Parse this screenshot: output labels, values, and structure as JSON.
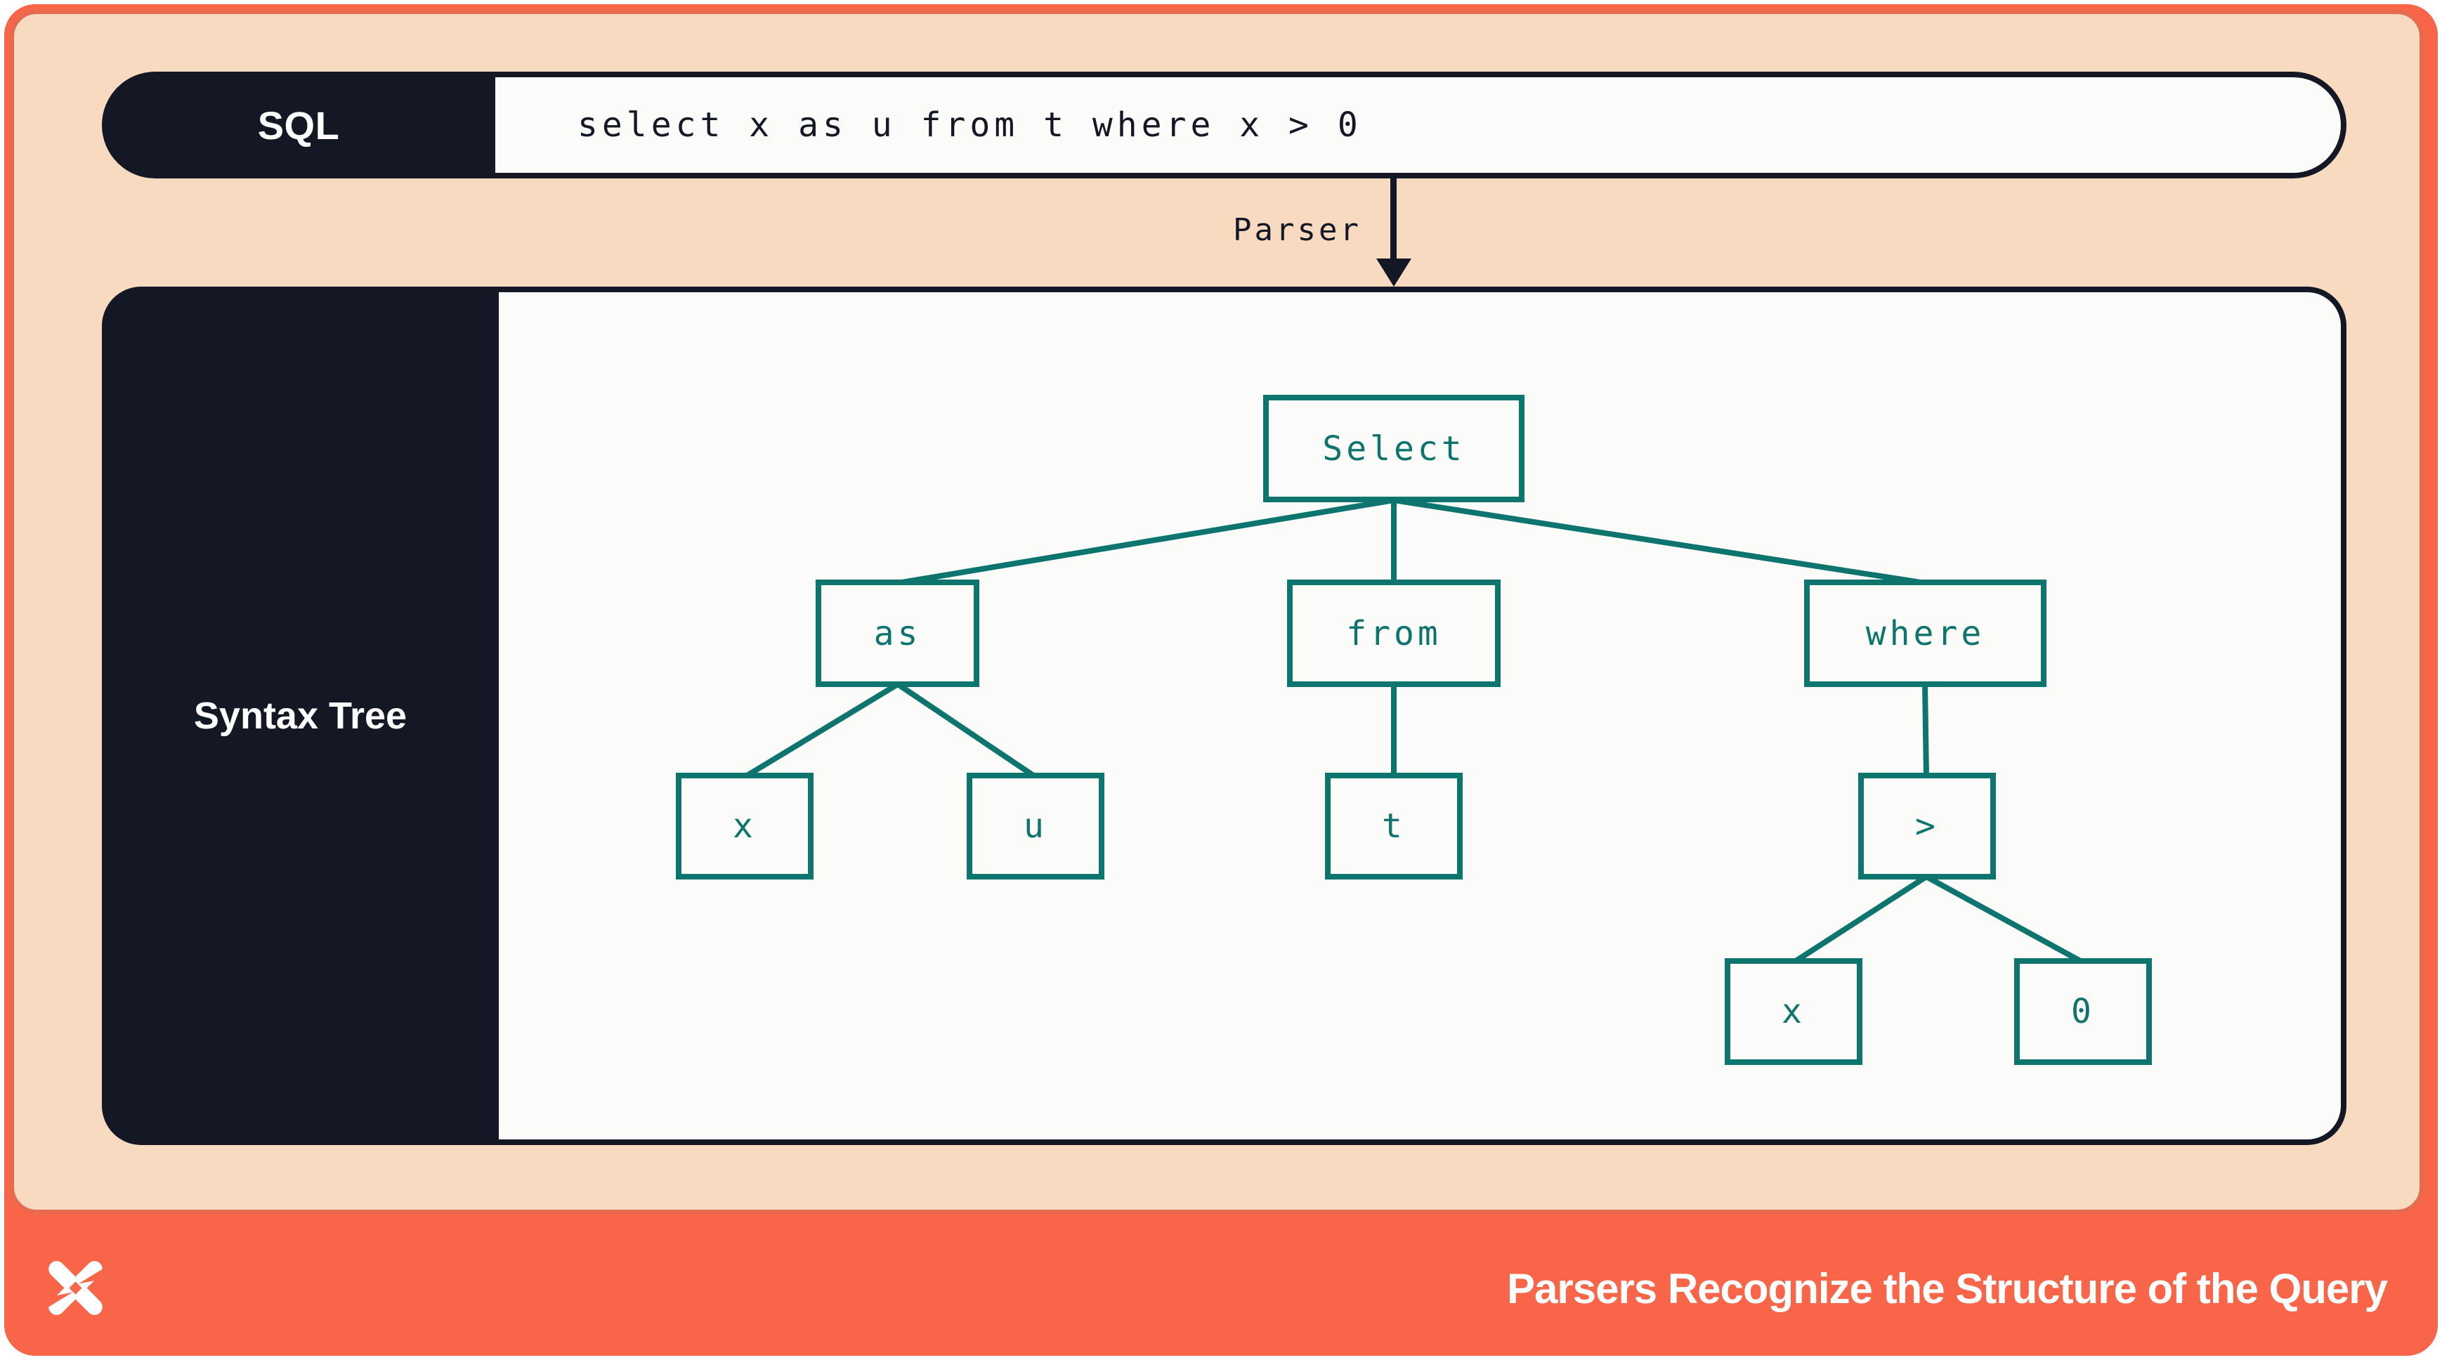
{
  "slide": {
    "sql": {
      "label": "SQL",
      "query": "select x as u from t where x > 0"
    },
    "parser": {
      "label": "Parser"
    },
    "syntax_tree": {
      "panel_label": "Syntax Tree",
      "nodes": [
        {
          "id": "select",
          "label": "Select"
        },
        {
          "id": "as",
          "label": "as"
        },
        {
          "id": "from",
          "label": "from"
        },
        {
          "id": "where",
          "label": "where"
        },
        {
          "id": "x-alias",
          "label": "x"
        },
        {
          "id": "u",
          "label": "u"
        },
        {
          "id": "t",
          "label": "t"
        },
        {
          "id": "gt",
          "label": ">"
        },
        {
          "id": "x-operand",
          "label": "x"
        },
        {
          "id": "zero",
          "label": "0"
        }
      ],
      "edges": [
        [
          "select",
          "as"
        ],
        [
          "select",
          "from"
        ],
        [
          "select",
          "where"
        ],
        [
          "as",
          "x-alias"
        ],
        [
          "as",
          "u"
        ],
        [
          "from",
          "t"
        ],
        [
          "where",
          "gt"
        ],
        [
          "gt",
          "x-operand"
        ],
        [
          "gt",
          "zero"
        ]
      ]
    },
    "footer": {
      "title": "Parsers Recognize the Structure of the Query",
      "logo_icon": "pinwheel-x-logo"
    },
    "colors": {
      "accent_orange": "#F96549",
      "frame_ring_orange": "#E66A4D",
      "peach_background": "#F8DAC0",
      "navy": "#131824",
      "teal": "#0E756E",
      "content_white": "#FBFBFA"
    }
  }
}
